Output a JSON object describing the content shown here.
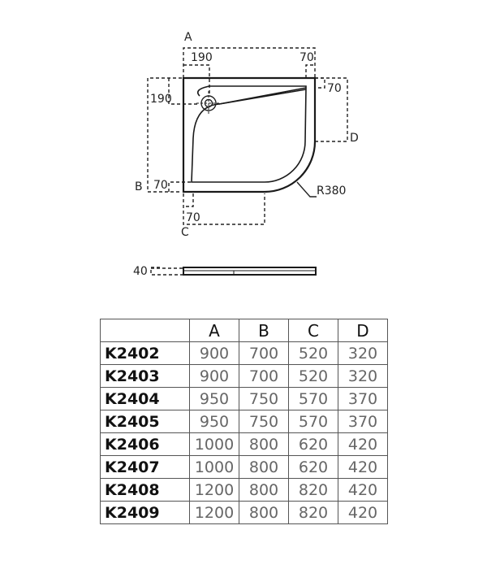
{
  "drawing": {
    "labels": {
      "A": "A",
      "B": "B",
      "C": "C",
      "D": "D",
      "dim_190_top": "190",
      "dim_70_top": "70",
      "dim_190_left": "190",
      "dim_70_right": "70",
      "dim_70_left": "70",
      "dim_70_bottom": "70",
      "radius": "R380",
      "height": "40"
    }
  },
  "table": {
    "headers": [
      "",
      "A",
      "B",
      "C",
      "D"
    ],
    "rows": [
      {
        "code": "K2402",
        "A": "900",
        "B": "700",
        "C": "520",
        "D": "320"
      },
      {
        "code": "K2403",
        "A": "900",
        "B": "700",
        "C": "520",
        "D": "320"
      },
      {
        "code": "K2404",
        "A": "950",
        "B": "750",
        "C": "570",
        "D": "370"
      },
      {
        "code": "K2405",
        "A": "950",
        "B": "750",
        "C": "570",
        "D": "370"
      },
      {
        "code": "K2406",
        "A": "1000",
        "B": "800",
        "C": "620",
        "D": "420"
      },
      {
        "code": "K2407",
        "A": "1000",
        "B": "800",
        "C": "620",
        "D": "420"
      },
      {
        "code": "K2408",
        "A": "1200",
        "B": "800",
        "C": "820",
        "D": "420"
      },
      {
        "code": "K2409",
        "A": "1200",
        "B": "800",
        "C": "820",
        "D": "420"
      }
    ]
  }
}
